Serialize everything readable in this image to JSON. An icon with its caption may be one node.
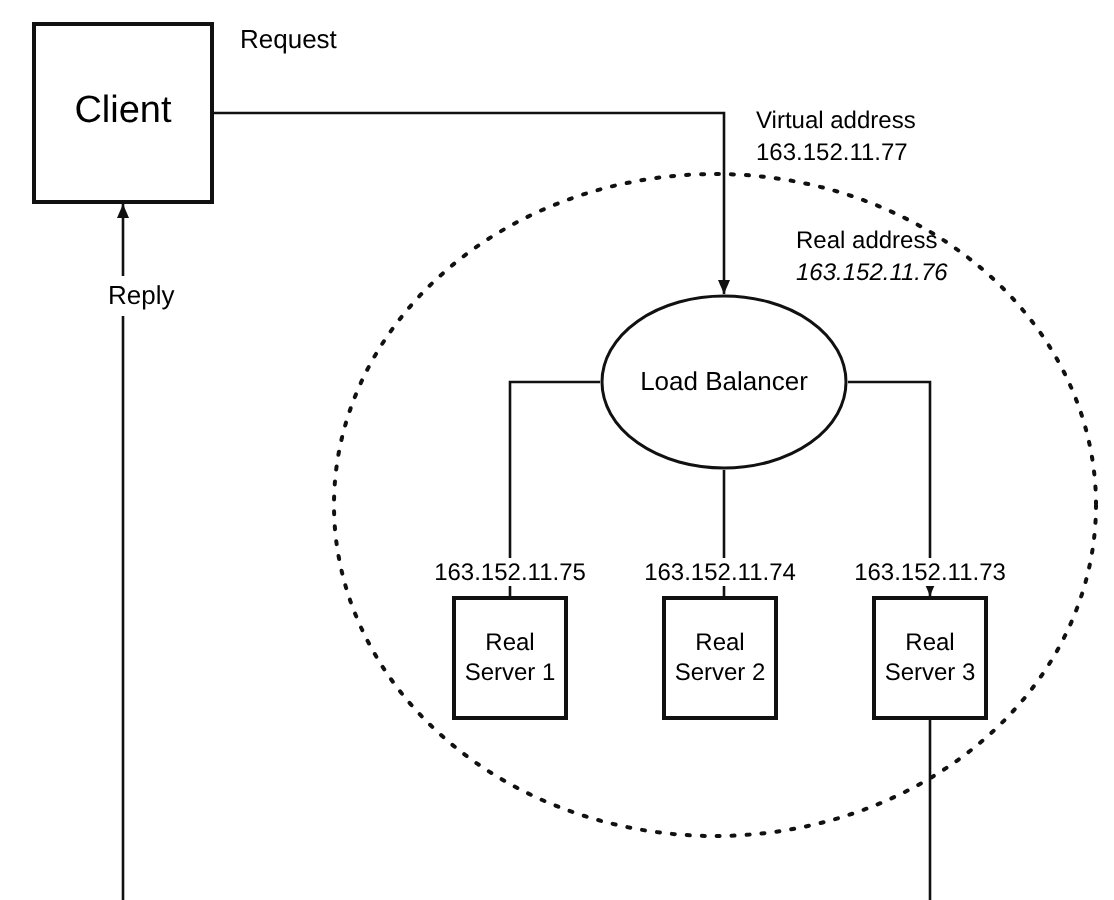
{
  "diagram": {
    "nodes": [
      {
        "text": [
          "Client"
        ]
      },
      {
        "text": [],
        "shape": "circle"
      },
      {
        "text": [
          "Load Balancer"
        ],
        "in": 1
      },
      {
        "text": [
          "Real Server 1"
        ],
        "in": 1,
        "beside": [
          "163.152.11.75"
        ]
      },
      {
        "text": [
          "Real Server 2"
        ],
        "in": 1,
        "beside": [
          "163.152.11.74"
        ]
      },
      {
        "text": [
          "Real Server 3"
        ],
        "in": 1,
        "beside": [
          "163.152.11.73"
        ]
      }
    ],
    "edges": [
      {
        "from": 0,
        "to": 2,
        "arrow": "to",
        "label": "Request"
      },
      {
        "from": 2,
        "to": 3,
        "arrow": "none"
      },
      {
        "from": 2,
        "to": 4,
        "arrow": "none"
      },
      {
        "from": 2,
        "to": 5,
        "arrow": "to"
      },
      {
        "from": 5,
        "to": null,
        "arrow": "none"
      },
      {
        "from": null,
        "to": 0,
        "arrow": "to",
        "label": "Reply"
      }
    ],
    "labels": [
      "Virtual address 163.152.11.77",
      "Real address *163.152.11.76*"
    ]
  }
}
